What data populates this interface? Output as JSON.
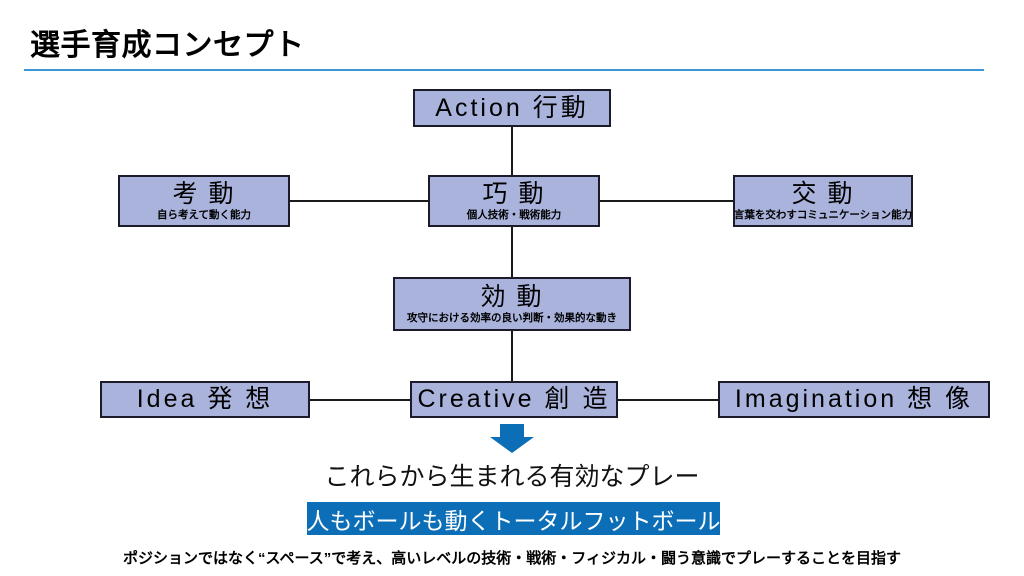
{
  "slide": {
    "title": "選手育成コンセプト",
    "rule_color": "#3d96d6",
    "box_fill": "#aab3dc",
    "box_border": "#1b1b29",
    "accent_blue": "#0d6eb8"
  },
  "nodes": {
    "action": {
      "main": "Action 行動",
      "sub": ""
    },
    "kou_think": {
      "main": "考 動",
      "sub": "自ら考えて動く能力"
    },
    "kou_skill": {
      "main": "巧 動",
      "sub": "個人技術・戦術能力"
    },
    "kou_comm": {
      "main": "交 動",
      "sub": "言葉を交わすコミュニケーション能力"
    },
    "kou_effect": {
      "main": "効 動",
      "sub": "攻守における効率の良い判断・効果的な動き"
    },
    "idea": {
      "main": "Idea 発 想",
      "sub": ""
    },
    "creative": {
      "main": "Creative 創 造",
      "sub": ""
    },
    "imagination": {
      "main": "Imagination 想 像",
      "sub": ""
    }
  },
  "result": {
    "lead_text": "これらから生まれる有効なプレー",
    "banner_text": "人もボールも動くトータルフットボール",
    "footer_text": "ポジションではなく“スペース”で考え、高いレベルの技術・戦術・フィジカル・闘う意識でプレーすることを目指す"
  }
}
